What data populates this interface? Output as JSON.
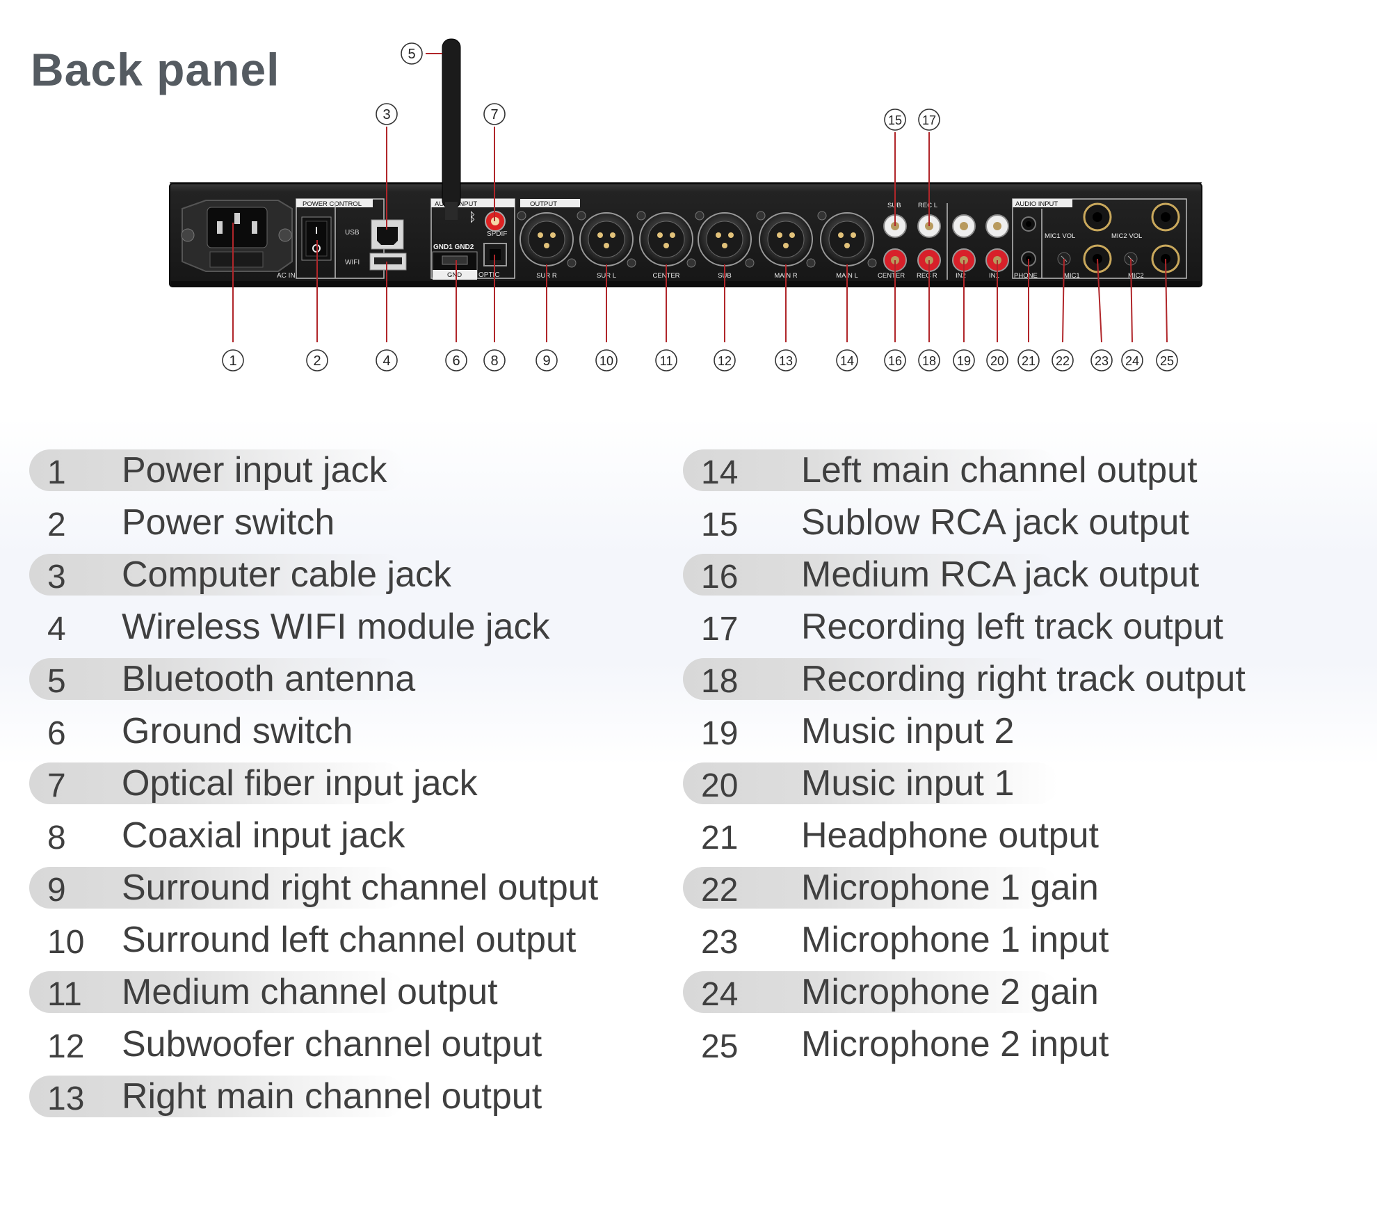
{
  "title": "Back panel",
  "panel_text": {
    "power_control": "POWER  CONTROL",
    "usb": "USB",
    "wifi": "WIFI",
    "ac_in": "AC IN",
    "audio_input_left": "AUDIO INPUT",
    "spdif": "SPDIF",
    "gnd1_gnd2": "GND1 GND2",
    "gnd": "GND",
    "optic": "OPTIC",
    "output": "OUTPUT",
    "audio_input_right": "AUDIO INPUT",
    "xlr_labels": [
      "SUR R",
      "SUR L",
      "CENTER",
      "SUB",
      "MAIN R",
      "MAIN L"
    ],
    "sub": "SUB",
    "rec_l": "REC L",
    "center": "CENTER",
    "rec_r": "REC R",
    "in2": "IN2",
    "in1": "IN1",
    "phone": "PHONE",
    "mic1_vol": "MIC1 VOL",
    "mic2_vol": "MIC2 VOL",
    "mic1": "MIC1",
    "mic2": "MIC2"
  },
  "callouts": [
    "1",
    "2",
    "3",
    "4",
    "5",
    "6",
    "7",
    "8",
    "9",
    "10",
    "11",
    "12",
    "13",
    "14",
    "15",
    "16",
    "17",
    "18",
    "19",
    "20",
    "21",
    "22",
    "23",
    "24",
    "25"
  ],
  "legend_left": [
    {
      "num": "1",
      "label": "Power input jack",
      "band": true
    },
    {
      "num": "2",
      "label": "Power switch",
      "band": false
    },
    {
      "num": "3",
      "label": "Computer cable jack",
      "band": true
    },
    {
      "num": "4",
      "label": "Wireless WIFI module jack",
      "band": false
    },
    {
      "num": "5",
      "label": "Bluetooth antenna",
      "band": true
    },
    {
      "num": "6",
      "label": "Ground switch",
      "band": false
    },
    {
      "num": "7",
      "label": "Optical fiber input jack",
      "band": true
    },
    {
      "num": "8",
      "label": "Coaxial input jack",
      "band": false
    },
    {
      "num": "9",
      "label": "Surround right channel output",
      "band": true
    },
    {
      "num": "10",
      "label": "Surround left channel output",
      "band": false
    },
    {
      "num": "11",
      "label": "Medium channel output",
      "band": true
    },
    {
      "num": "12",
      "label": "Subwoofer channel output",
      "band": false
    },
    {
      "num": "13",
      "label": "Right main channel output",
      "band": true
    }
  ],
  "legend_right": [
    {
      "num": "14",
      "label": "Left main channel output",
      "band": true
    },
    {
      "num": "15",
      "label": "Sublow RCA jack output",
      "band": false
    },
    {
      "num": "16",
      "label": "Medium RCA jack output",
      "band": true
    },
    {
      "num": "17",
      "label": "Recording left track output",
      "band": false
    },
    {
      "num": "18",
      "label": "Recording right track output",
      "band": true
    },
    {
      "num": "19",
      "label": "Music input 2",
      "band": false
    },
    {
      "num": "20",
      "label": "Music input 1",
      "band": true
    },
    {
      "num": "21",
      "label": "Headphone output",
      "band": false
    },
    {
      "num": "22",
      "label": "Microphone 1 gain",
      "band": true
    },
    {
      "num": "23",
      "label": "Microphone 1 input",
      "band": false
    },
    {
      "num": "24",
      "label": "Microphone 2 gain",
      "band": true
    },
    {
      "num": "25",
      "label": "Microphone 2 input",
      "band": false
    }
  ],
  "colors": {
    "panel": "#1e1e1e",
    "leader": "#b0262a",
    "rca_red": "#d8202a",
    "text": "#3f3f3f",
    "title": "#555b61"
  }
}
